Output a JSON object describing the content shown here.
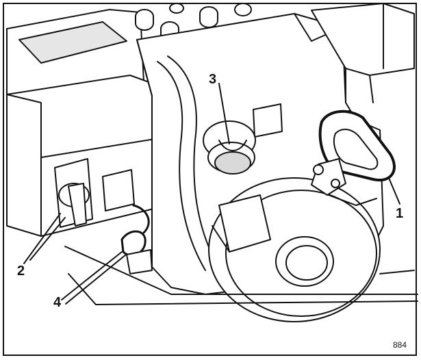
{
  "figure": {
    "callouts": [
      "1",
      "2",
      "3",
      "4"
    ],
    "figure_number": "884",
    "colors": {
      "line": "#111111",
      "background": "#ffffff",
      "shade": "#cfcfcf"
    }
  }
}
